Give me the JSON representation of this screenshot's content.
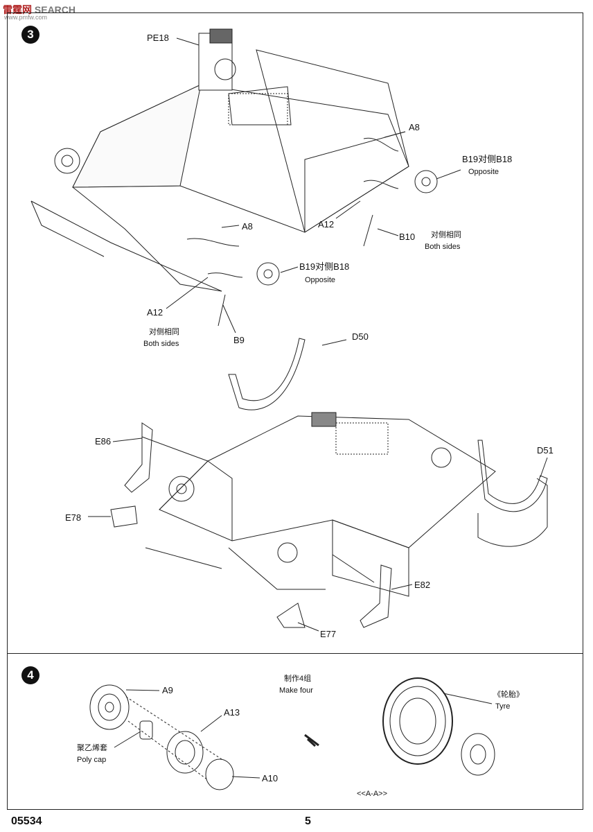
{
  "watermark": {
    "brand": "雷霆网",
    "text": "SEARCH",
    "url": "www.pmfw.com"
  },
  "steps": [
    {
      "number": "3",
      "labels": {
        "pe18": "PE18",
        "a8_upper": "A8",
        "b19_upper": "B19",
        "dui_upper": "对侧",
        "b18_upper": "B18",
        "opposite_upper": "Opposite",
        "a12_upper": "A12",
        "b10": "B10",
        "bothsides_cn_upper": "对侧相同",
        "bothsides_upper": "Both sides",
        "a8_lower": "A8",
        "b19_lower": "B19",
        "dui_lower": "对侧",
        "b18_lower": "B18",
        "opposite_lower": "Opposite",
        "a12_lower": "A12",
        "b9": "B9",
        "bothsides_cn_lower": "对侧相同",
        "bothsides_lower": "Both sides",
        "d50": "D50",
        "e86": "E86",
        "d51": "D51",
        "e78": "E78",
        "e82": "E82",
        "e77": "E77"
      }
    },
    {
      "number": "4",
      "labels": {
        "a9": "A9",
        "a13": "A13",
        "poly_cn": "聚乙烯套",
        "poly": "Poly cap",
        "a10": "A10",
        "make_cn": "制作4组",
        "make": "Make four",
        "tyre_cn": "《轮胎》",
        "tyre": "Tyre",
        "section": "<<A-A>>"
      }
    }
  ],
  "footer": {
    "code": "05534",
    "page": "5"
  }
}
